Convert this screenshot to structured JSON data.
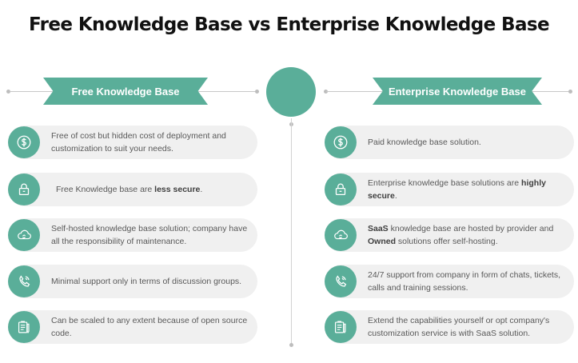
{
  "title": "Free Knowledge Base vs Enterprise Knowledge Base",
  "colors": {
    "accent": "#5aae99",
    "row_bg": "#f0f0f0",
    "text": "#595959"
  },
  "free": {
    "heading": "Free Knowledge Base",
    "items": [
      {
        "icon": "dollar-icon",
        "text": "Free of cost but hidden cost of deployment and customization to suit your needs."
      },
      {
        "icon": "lock-icon",
        "text_pre": "Free Knowledge base are ",
        "text_bold": "less secure",
        "text_post": "."
      },
      {
        "icon": "cloud-sync-icon",
        "text": "Self-hosted knowledge base solution; company have all the responsibility of maintenance."
      },
      {
        "icon": "phone-icon",
        "text": "Minimal support only in terms of discussion groups."
      },
      {
        "icon": "clipboard-pen-icon",
        "text": "Can be scaled to any extent because of open source code."
      }
    ]
  },
  "enterprise": {
    "heading": "Enterprise Knowledge Base",
    "items": [
      {
        "icon": "dollar-icon",
        "text": "Paid knowledge base solution."
      },
      {
        "icon": "lock-icon",
        "text_pre": "Enterprise knowledge base solutions are ",
        "text_bold": "highly secure",
        "text_post": "."
      },
      {
        "icon": "cloud-sync-icon",
        "bold1": "SaaS",
        "mid": " knowledge base are hosted by provider and ",
        "bold2": "Owned",
        "end": " solutions offer self-hosting."
      },
      {
        "icon": "phone-icon",
        "text": "24/7 support from company in form of chats, tickets, calls and training sessions."
      },
      {
        "icon": "clipboard-pen-icon",
        "text": "Extend the capabilities yourself  or opt company's customization service is with SaaS solution."
      }
    ]
  }
}
